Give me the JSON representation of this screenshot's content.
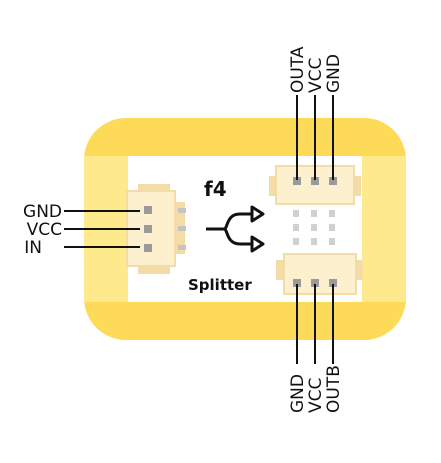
{
  "module": {
    "name": "f4",
    "label": "Splitter"
  },
  "connectors": {
    "input": {
      "pins": [
        "GND",
        "VCC",
        "IN"
      ]
    },
    "output_a": {
      "pins": [
        "OUTA",
        "VCC",
        "GND"
      ]
    },
    "output_b": {
      "pins": [
        "GND",
        "VCC",
        "OUTB"
      ]
    }
  },
  "colors": {
    "frame": "#fdda57",
    "frame_light": "#fee98d",
    "board": "#ffffff",
    "connector_body": "#fdf0cf",
    "connector_edge": "#f3dca6",
    "pin": "#9a9a9a",
    "wire": "#111111"
  },
  "icons": {
    "splitter": "split-arrow-icon"
  }
}
